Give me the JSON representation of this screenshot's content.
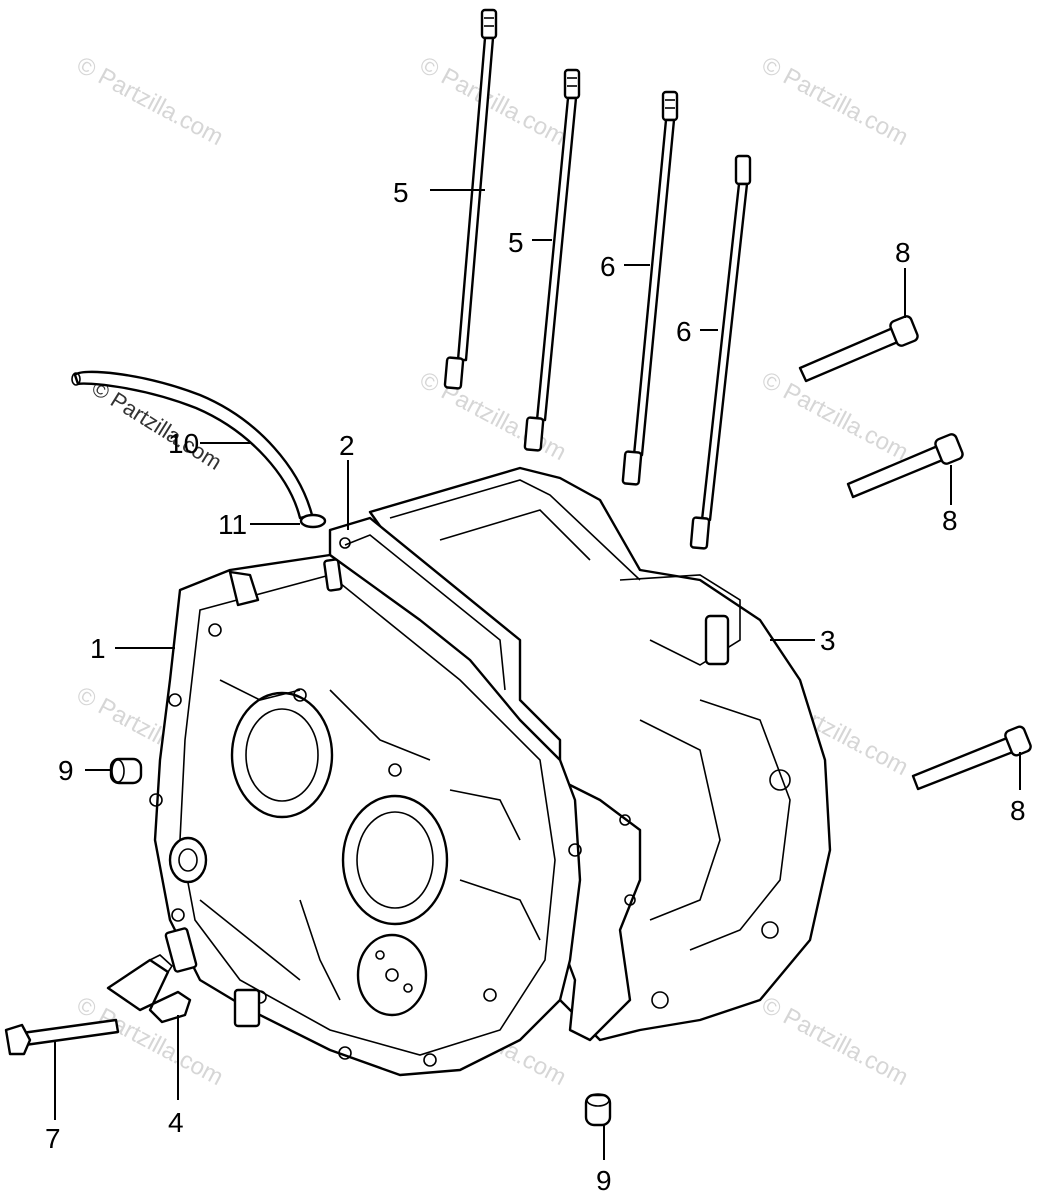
{
  "watermark": {
    "text": "© Partzilla.com"
  },
  "callouts": [
    {
      "id": "c1",
      "label": "1"
    },
    {
      "id": "c2",
      "label": "2"
    },
    {
      "id": "c3",
      "label": "3"
    },
    {
      "id": "c4",
      "label": "4"
    },
    {
      "id": "c5a",
      "label": "5"
    },
    {
      "id": "c5b",
      "label": "5"
    },
    {
      "id": "c6a",
      "label": "6"
    },
    {
      "id": "c6b",
      "label": "6"
    },
    {
      "id": "c7",
      "label": "7"
    },
    {
      "id": "c8a",
      "label": "8"
    },
    {
      "id": "c8b",
      "label": "8"
    },
    {
      "id": "c8c",
      "label": "8"
    },
    {
      "id": "c9a",
      "label": "9"
    },
    {
      "id": "c9b",
      "label": "9"
    },
    {
      "id": "c10",
      "label": "10"
    },
    {
      "id": "c11",
      "label": "11"
    }
  ]
}
